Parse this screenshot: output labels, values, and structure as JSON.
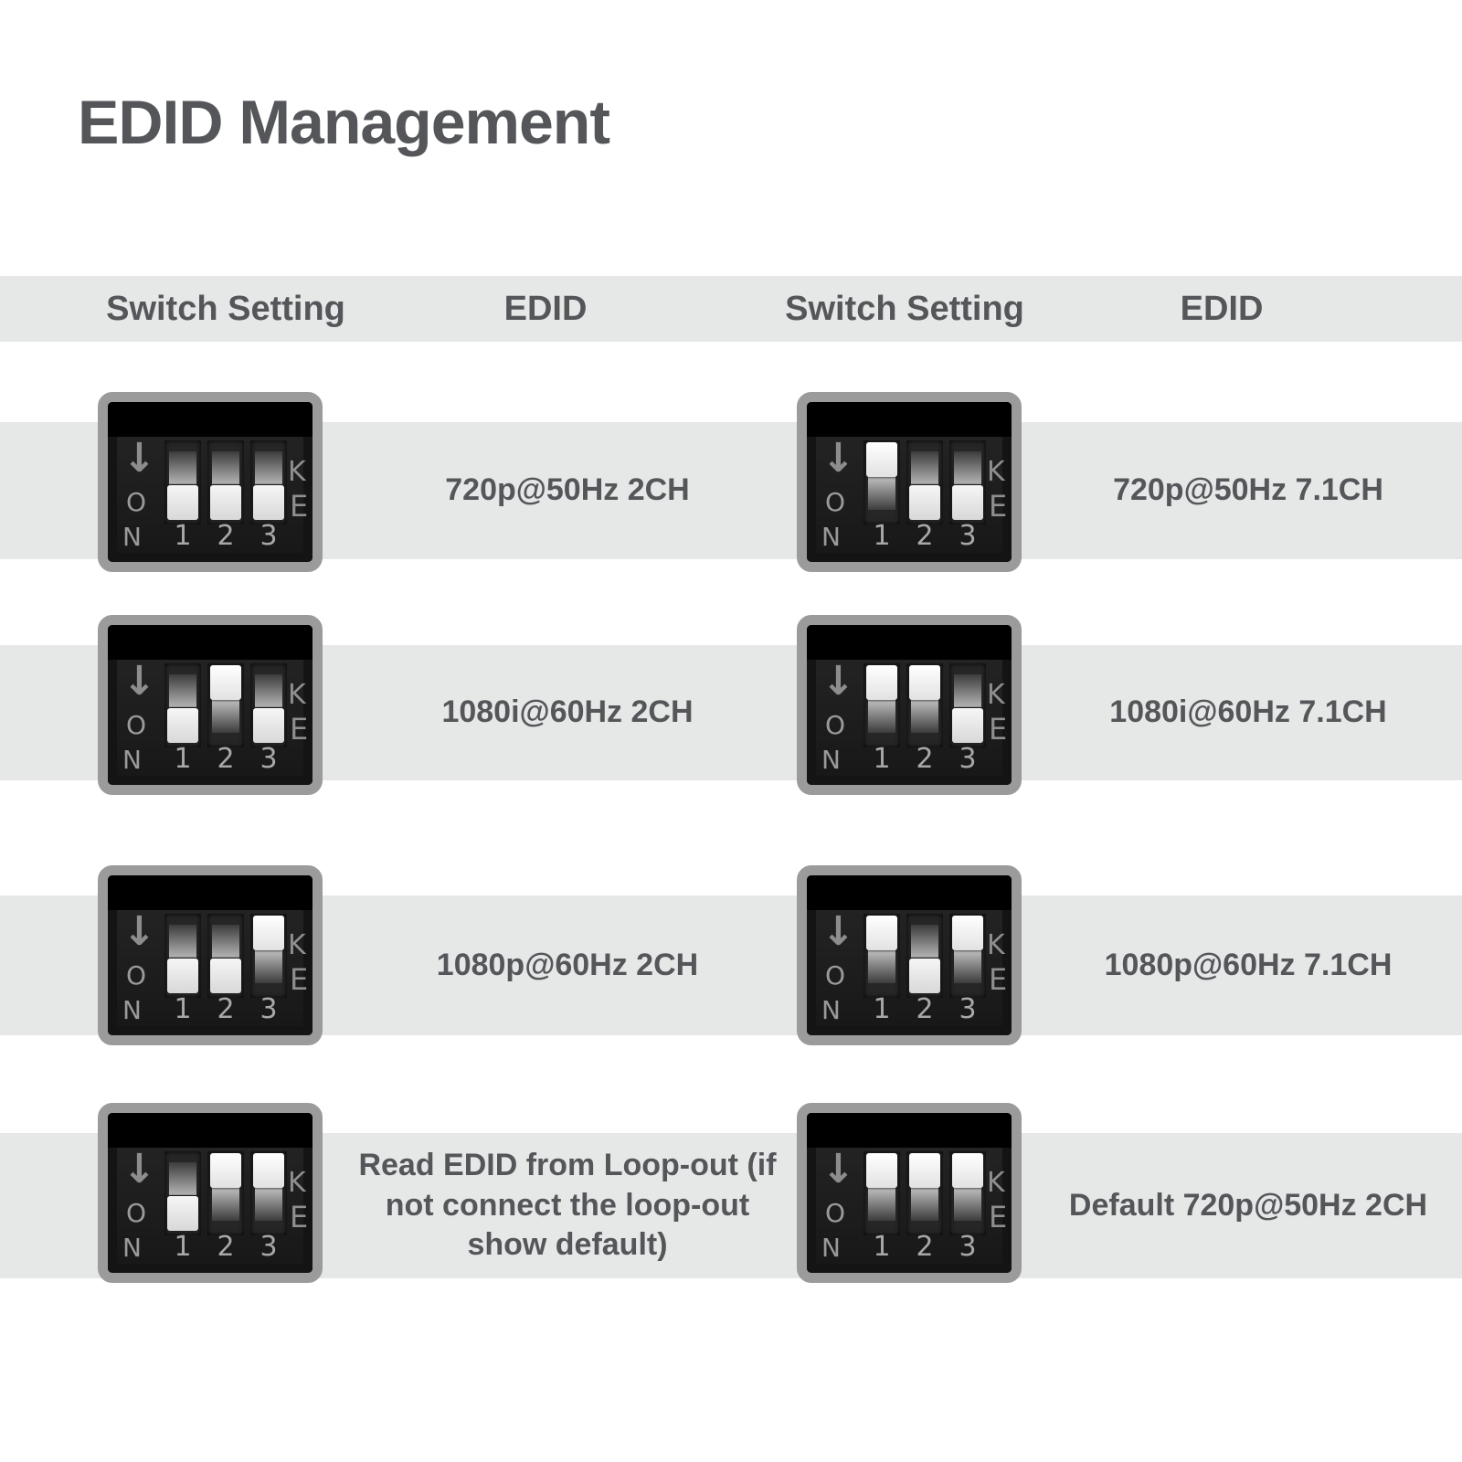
{
  "page": {
    "title": "EDID Management"
  },
  "colors": {
    "background": "#ffffff",
    "band": "#e6e8e7",
    "text": "#55565a",
    "switch_border": "#9b9b9b",
    "switch_body": "#0b0b0b"
  },
  "header": {
    "col1": "Switch Setting",
    "col2": "EDID",
    "col3": "Switch Setting",
    "col4": "EDID"
  },
  "dip": {
    "arrow": "↓",
    "on_letters": [
      "O",
      "N"
    ],
    "numbers": [
      "1",
      "2",
      "3"
    ],
    "side_letters": [
      "K",
      "E"
    ]
  },
  "rows": [
    {
      "left": {
        "toggles": [
          "down",
          "down",
          "down"
        ],
        "edid": "720p@50Hz 2CH"
      },
      "right": {
        "toggles": [
          "up",
          "down",
          "down"
        ],
        "edid": "720p@50Hz 7.1CH"
      }
    },
    {
      "left": {
        "toggles": [
          "down",
          "up",
          "down"
        ],
        "edid": "1080i@60Hz 2CH"
      },
      "right": {
        "toggles": [
          "up",
          "up",
          "down"
        ],
        "edid": "1080i@60Hz 7.1CH"
      }
    },
    {
      "left": {
        "toggles": [
          "down",
          "down",
          "up"
        ],
        "edid": "1080p@60Hz 2CH"
      },
      "right": {
        "toggles": [
          "up",
          "down",
          "up"
        ],
        "edid": "1080p@60Hz 7.1CH"
      }
    },
    {
      "left": {
        "toggles": [
          "down",
          "up",
          "up"
        ],
        "edid": "Read EDID from Loop-out (if not connect the loop-out show default)"
      },
      "right": {
        "toggles": [
          "up",
          "up",
          "up"
        ],
        "edid": "Default 720p@50Hz 2CH"
      }
    }
  ]
}
